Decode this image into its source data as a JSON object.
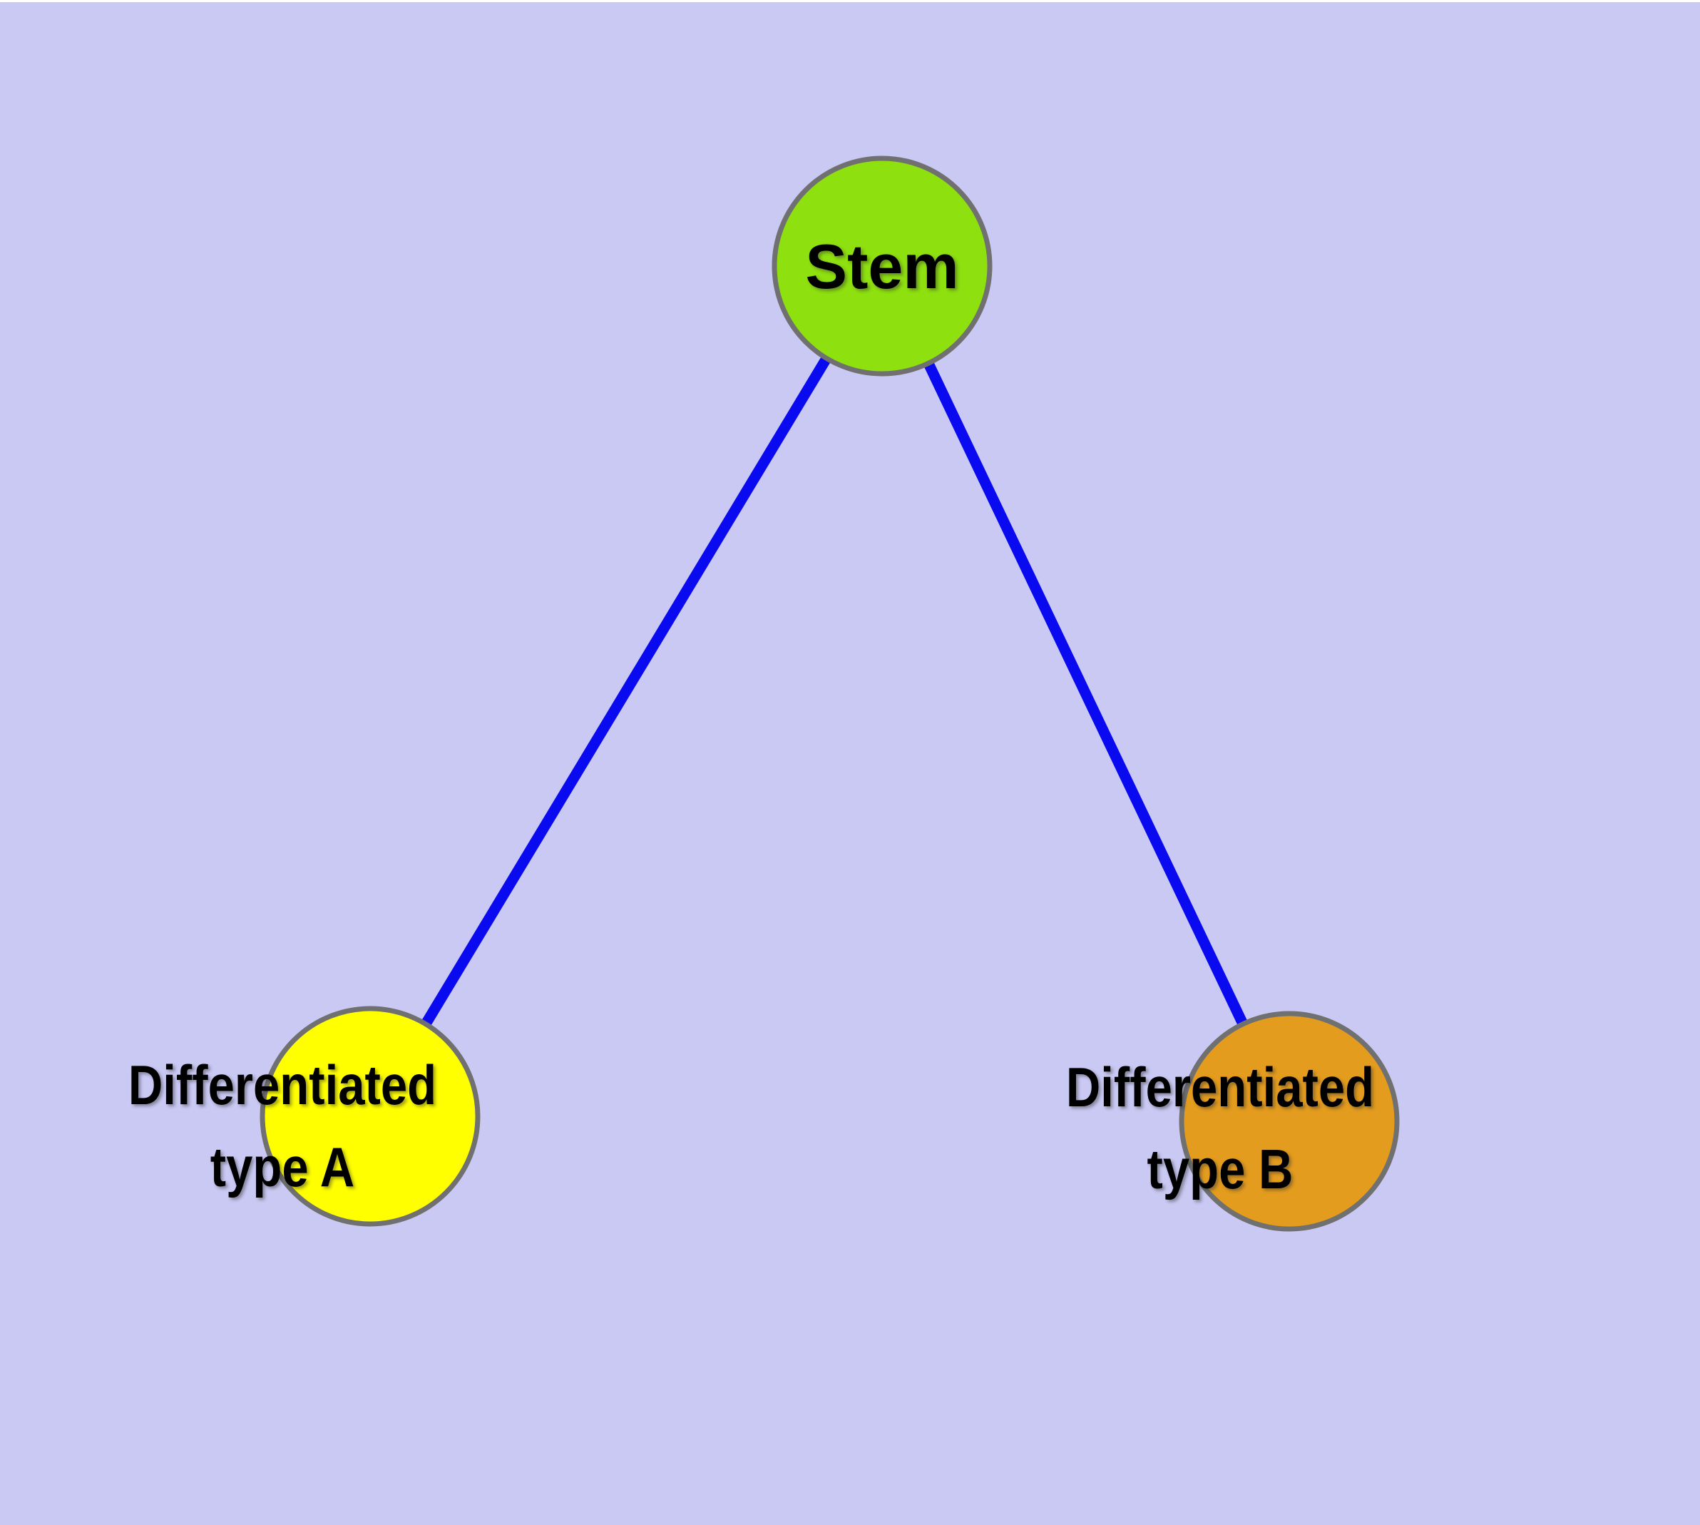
{
  "canvas": {
    "background_color": "#c9c9f4",
    "top_border_color": "#ffffff"
  },
  "styles": {
    "edge_color": "#0a0af0",
    "node_border_color": "#707070",
    "label_color": "#000000"
  },
  "nodes": [
    {
      "id": "stem",
      "label": "Stem",
      "fill": "#8ee00f"
    },
    {
      "id": "differentiated-type-a",
      "label_line1": "Differentiated",
      "label_line2": "type A",
      "fill": "#ffff00"
    },
    {
      "id": "differentiated-type-b",
      "label_line1": "Differentiated",
      "label_line2": "type B",
      "fill": "#e49c1e"
    }
  ],
  "edges": [
    {
      "id": "stem-to-type-a",
      "from": "Stem",
      "to": "Differentiated type A"
    },
    {
      "id": "stem-to-type-b",
      "from": "Stem",
      "to": "Differentiated type B"
    }
  ]
}
